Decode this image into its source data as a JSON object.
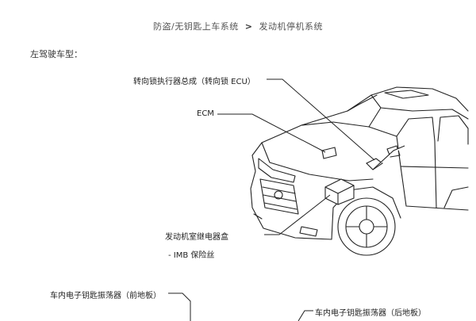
{
  "header": {
    "section": "防盗/无钥匙上车系统",
    "separator": ">",
    "page": "发动机停机系统"
  },
  "subtitle": "左驾驶车型：",
  "labels": {
    "steering_lock": "转向锁执行器总成（转向锁 ECU）",
    "ecm": "ECM",
    "relay_box": "发动机室继电器盒",
    "imb_fuse": "- IMB 保险丝",
    "front_oscillator": "车内电子钥匙振荡器（前地板）",
    "rear_oscillator": "车内电子钥匙振荡器（后地板）"
  }
}
